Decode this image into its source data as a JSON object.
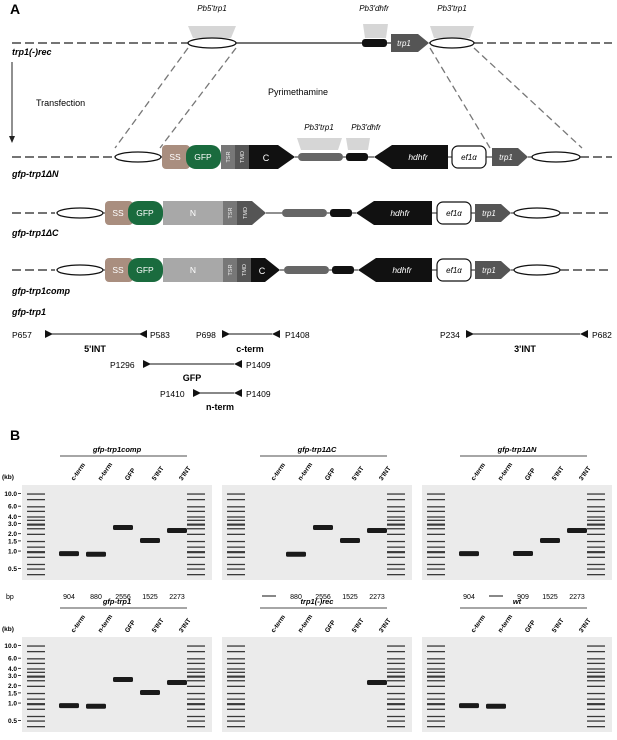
{
  "panel_a": {
    "letter": "A",
    "constructs": {
      "trp1_rec": "trp1(-)rec",
      "gfp_dN": "gfp-trp1ΔN",
      "gfp_dC": "gfp-trp1ΔC",
      "gfp_comp": "gfp-trp1comp",
      "gfp_trp1": "gfp-trp1"
    },
    "callouts": {
      "pb5_trp1": "Pb5'trp1",
      "pb3_dhfr": "Pb3'dhfr",
      "pb3_trp1": "Pb3'trp1",
      "pb3_trp1_b": "Pb3'trp1",
      "pb3_dhfr_b": "Pb3'dhfr"
    },
    "transfection": "Transfection",
    "pyrimethamine": "Pyrimethamine",
    "segments": {
      "ss": "SS",
      "gfp": "GFP",
      "tsr": "TSR",
      "tmd": "TMD",
      "c": "C",
      "n": "N",
      "hdhfr": "hdhfr",
      "ef1a": "ef1α",
      "trp1": "trp1"
    },
    "primers": {
      "p657": "P657",
      "p583": "P583",
      "int5": "5'INT",
      "p698": "P698",
      "p1408": "P1408",
      "cterm": "c-term",
      "p234": "P234",
      "p682": "P682",
      "int3": "3'INT",
      "p1296": "P1296",
      "p1409": "P1409",
      "gfp": "GFP",
      "p1410": "P1410",
      "p1409b": "P1409",
      "nterm": "n-term"
    }
  },
  "panel_b": {
    "letter": "B",
    "kb_unit": "(kb)",
    "kb_ticks": [
      "10.0",
      "6.0",
      "4.0",
      "3.0",
      "2.0",
      "1.5",
      "1.0",
      "0.5"
    ],
    "bp_label": "bp",
    "lanes": [
      "c-term",
      "n-term",
      "GFP",
      "5'INT",
      "3'INT"
    ],
    "gels": [
      {
        "title": "gfp-trp1comp",
        "sizes": [
          "904",
          "880",
          "2556",
          "1525",
          "2273"
        ]
      },
      {
        "title": "gfp-trp1ΔC",
        "sizes": [
          "—",
          "880",
          "2556",
          "1525",
          "2273"
        ]
      },
      {
        "title": "gfp-trp1ΔN",
        "sizes": [
          "904",
          "—",
          "909",
          "1525",
          "2273"
        ]
      },
      {
        "title": "gfp-trp1",
        "sizes": [
          "904",
          "880",
          "2556",
          "1525",
          "2273"
        ]
      },
      {
        "title": "trp1(-)rec",
        "sizes": [
          "—",
          "—",
          "—",
          "—",
          "2273"
        ]
      },
      {
        "title": "wt",
        "sizes": [
          "904",
          "880",
          "—",
          "—",
          "—"
        ]
      }
    ]
  }
}
